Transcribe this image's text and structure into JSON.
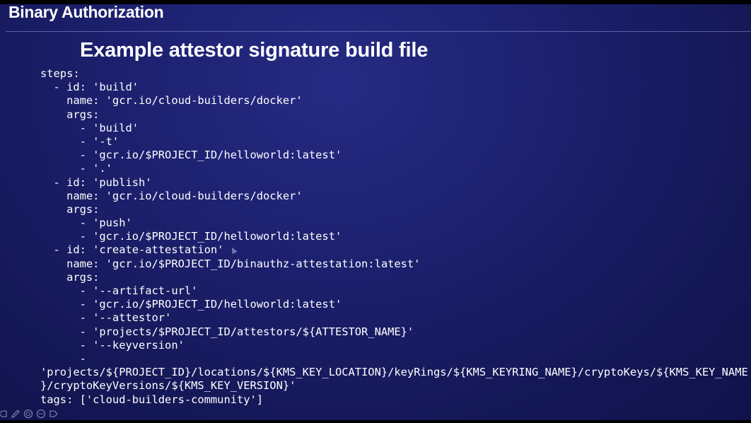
{
  "header": {
    "deck_title": "Binary Authorization"
  },
  "slide": {
    "title": "Example attestor signature build file"
  },
  "code": {
    "lines": [
      "steps:",
      "  - id: 'build'",
      "    name: 'gcr.io/cloud-builders/docker'",
      "    args:",
      "      - 'build'",
      "      - '-t'",
      "      - 'gcr.io/$PROJECT_ID/helloworld:latest'",
      "      - '.'",
      "  - id: 'publish'",
      "    name: 'gcr.io/cloud-builders/docker'",
      "    args:",
      "      - 'push'",
      "      - 'gcr.io/$PROJECT_ID/helloworld:latest'",
      "  - id: 'create-attestation'",
      "    name: 'gcr.io/$PROJECT_ID/binauthz-attestation:latest'",
      "    args:",
      "      - '--artifact-url'",
      "      - 'gcr.io/$PROJECT_ID/helloworld:latest'",
      "      - '--attestor'",
      "      - 'projects/$PROJECT_ID/attestors/${ATTESTOR_NAME}'",
      "      - '--keyversion'",
      "      -",
      "'projects/${PROJECT_ID}/locations/${KMS_KEY_LOCATION}/keyRings/${KMS_KEYRING_NAME}/cryptoKeys/${KMS_KEY_NAME",
      "}/cryptoKeyVersions/${KMS_KEY_VERSION}'",
      "tags: ['cloud-builders-community']"
    ]
  },
  "controls": {
    "icons": [
      "previous-icon",
      "pen-icon",
      "zoom-icon",
      "more-icon",
      "next-icon"
    ]
  },
  "colors": {
    "background": "#1d2170",
    "text": "#ffffff"
  }
}
